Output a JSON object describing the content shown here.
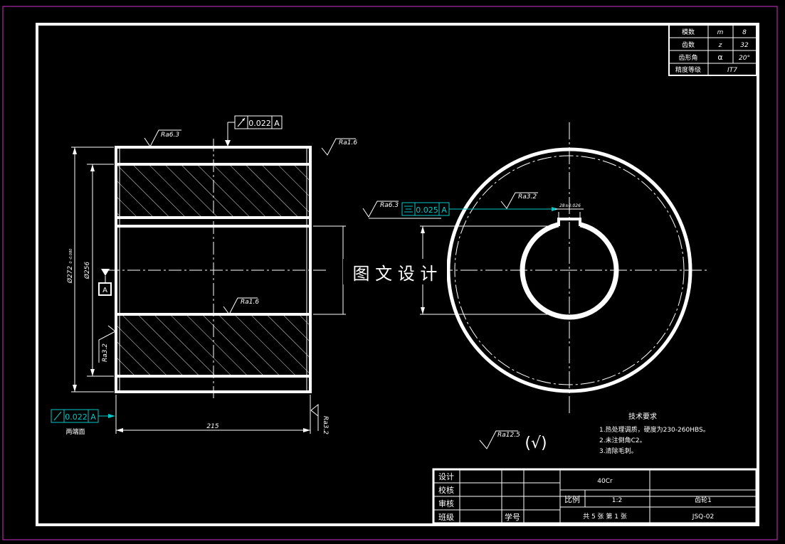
{
  "gear_params": {
    "rows": [
      {
        "name": "模数",
        "symbol": "m",
        "value": "8"
      },
      {
        "name": "齿数",
        "symbol": "z",
        "value": "32"
      },
      {
        "name": "齿形角",
        "symbol": "α",
        "value": "20°"
      },
      {
        "name": "精度等级",
        "symbol": "",
        "value": "IT7"
      }
    ]
  },
  "front_view": {
    "tolerance_top": {
      "value": "0.022",
      "datum": "A"
    },
    "ra_top_left": "Ra6.3",
    "ra_top_right": "Ra1.6",
    "ra_bore": "Ra1.6",
    "ra_left_face": "Ra3.2",
    "ra_right_face": "Ra3.2",
    "dim_od": "Ø272",
    "dim_od_tol": "0 -0.080",
    "dim_id": "Ø256",
    "dim_length": "215",
    "datum_label": "A",
    "tolerance_bottom": {
      "value": "0.022",
      "datum": "A"
    },
    "both_ends_label": "两端面"
  },
  "side_view": {
    "ra_left": "Ra6.3",
    "ra_keyway": "Ra3.2",
    "symmetry_tol": {
      "value": "0.025",
      "datum": "A"
    },
    "keyway_width": "28±0.026"
  },
  "watermark": "图 文 设 计",
  "roughness_general": {
    "label": "Ra12.5",
    "suffix": "(√)"
  },
  "tech_requirements": {
    "title": "技术要求",
    "items": [
      "1.热处理调质，硬度为230-260HBS。",
      "2.未注倒角C2。",
      "3.清除毛刺。"
    ]
  },
  "title_block": {
    "design": "设计",
    "check": "校核",
    "review": "审核",
    "class": "班级",
    "student_no": "学号",
    "material": "40Cr",
    "scale_label": "比例",
    "scale_value": "1:2",
    "part_name": "齿轮1",
    "sheets": "共 5 张 第 1 张",
    "drawing_no": "JSQ-02"
  },
  "colors": {
    "line": "#ffffff",
    "cyan": "#00c8c8",
    "background": "#000000"
  }
}
